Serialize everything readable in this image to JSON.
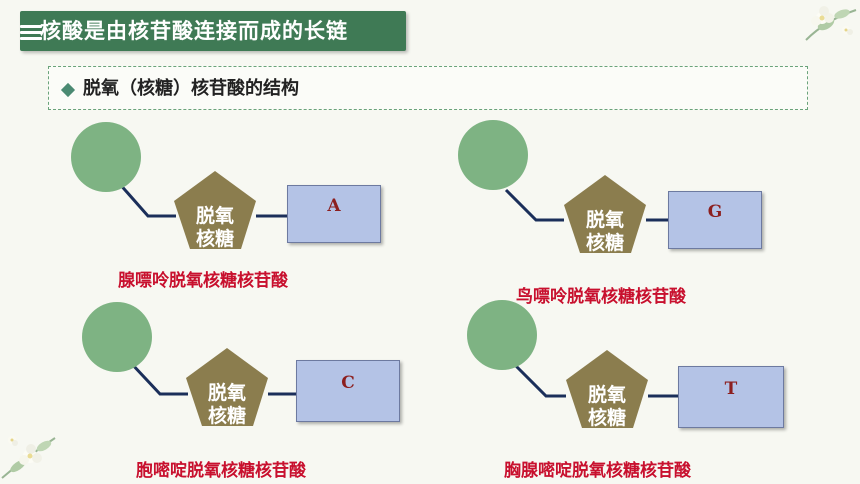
{
  "header": {
    "title": "核酸是由核苷酸连接而成的长链"
  },
  "subtitle": {
    "text": "脱氧（核糖）核苷酸的结构"
  },
  "nucleotides": [
    {
      "base": "A",
      "sugar_line1": "脱氧",
      "sugar_line2": "核糖",
      "name": "腺嘌呤脱氧核糖核苷酸"
    },
    {
      "base": "G",
      "sugar_line1": "脱氧",
      "sugar_line2": "核糖",
      "name": "鸟嘌呤脱氧核糖核苷酸"
    },
    {
      "base": "C",
      "sugar_line1": "脱氧",
      "sugar_line2": "核糖",
      "name": "胞嘧啶脱氧核糖核苷酸"
    },
    {
      "base": "T",
      "sugar_line1": "脱氧",
      "sugar_line2": "核糖",
      "name": "胸腺嘧啶脱氧核糖核苷酸"
    }
  ],
  "colors": {
    "title_bar": "#3f7a55",
    "phosphate": "#7eb383",
    "sugar": "#8b7d4e",
    "base": "#b4c3e6",
    "name_text": "#c8102e",
    "bond": "#1b2f5a"
  },
  "icons": [
    "menu-icon",
    "flower-decoration-icon"
  ]
}
